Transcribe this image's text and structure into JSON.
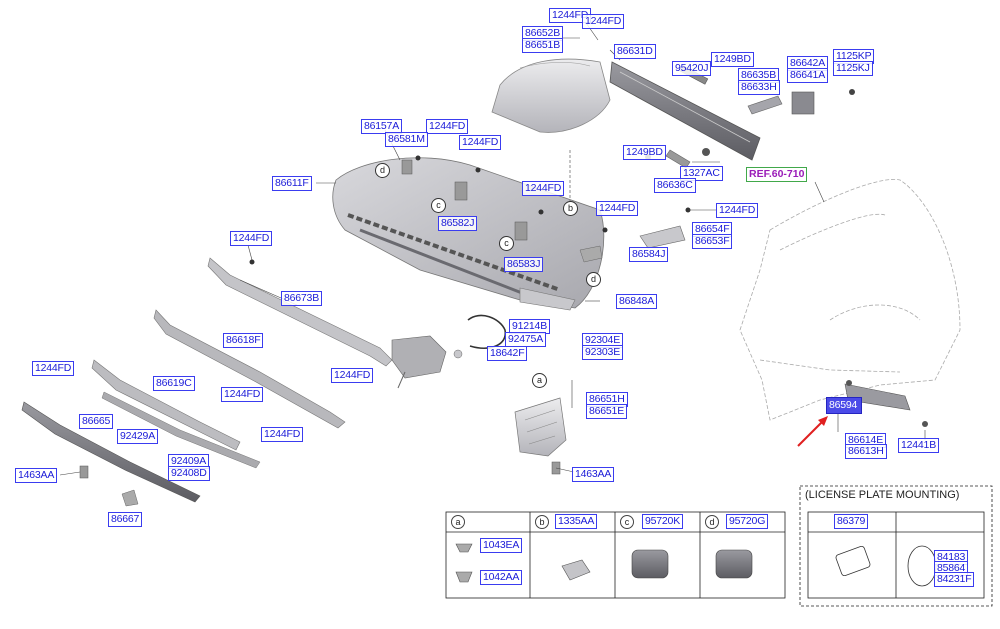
{
  "ref_label": "REF.60-710",
  "license_plate_title": "(LICENSE PLATE MOUNTING)",
  "circle_letters": [
    "a",
    "b",
    "c",
    "d"
  ],
  "labels": {
    "l1244FD_top1": "1244FD",
    "l1244FD_top2": "1244FD",
    "l86652B": "86652B",
    "l86651B": "86651B",
    "l86631D": "86631D",
    "l95420J": "95420J",
    "l1249BD_top": "1249BD",
    "l86635B": "86635B",
    "l86633H": "86633H",
    "l86642A": "86642A",
    "l86641A": "86641A",
    "l1125KP": "1125KP",
    "l1125KJ": "1125KJ",
    "l86157A": "86157A",
    "l1244FD_a": "1244FD",
    "l86581M": "86581M",
    "l1244FD_b": "1244FD",
    "l1249BD_mid": "1249BD",
    "l1327AC": "1327AC",
    "l86636C": "86636C",
    "l86611F": "86611F",
    "l1244FD_c": "1244FD",
    "l1244FD_d": "1244FD",
    "l1244FD_e": "1244FD",
    "l86582J": "86582J",
    "l86654F": "86654F",
    "l86653F": "86653F",
    "l86583J": "86583J",
    "l86584J": "86584J",
    "l1244FD_f": "1244FD",
    "l86673B": "86673B",
    "l86848A": "86848A",
    "l91214B": "91214B",
    "l92475A": "92475A",
    "l92304E": "92304E",
    "l92303E": "92303E",
    "l18642F": "18642F",
    "l86618F": "86618F",
    "l1244FD_g": "1244FD",
    "l1244FD_h": "1244FD",
    "l86619C": "86619C",
    "l1244FD_i": "1244FD",
    "l1244FD_j": "1244FD",
    "l86665": "86665",
    "l92429A": "92429A",
    "l92409A": "92409A",
    "l92408D": "92408D",
    "l1463AA_left": "1463AA",
    "l86667": "86667",
    "l86651H": "86651H",
    "l86651E": "86651E",
    "l1463AA_mid": "1463AA",
    "l86594": "86594",
    "l86614E": "86614E",
    "l86613H": "86613H",
    "l12441B": "12441B",
    "l1043EA": "1043EA",
    "l1042AA": "1042AA",
    "l1335AA": "1335AA",
    "l95720K": "95720K",
    "l95720G": "95720G",
    "l86379": "86379",
    "l84183": "84183",
    "l85864": "85864",
    "l84231F": "84231F"
  },
  "colors": {
    "label_border": "#3a3cf0",
    "label_text": "#1a1ad8",
    "selected_fill": "#4a4ae8",
    "ref_text": "#9a1cb8",
    "ref_border": "#41a84a",
    "pointer_arrow": "#e02020"
  }
}
